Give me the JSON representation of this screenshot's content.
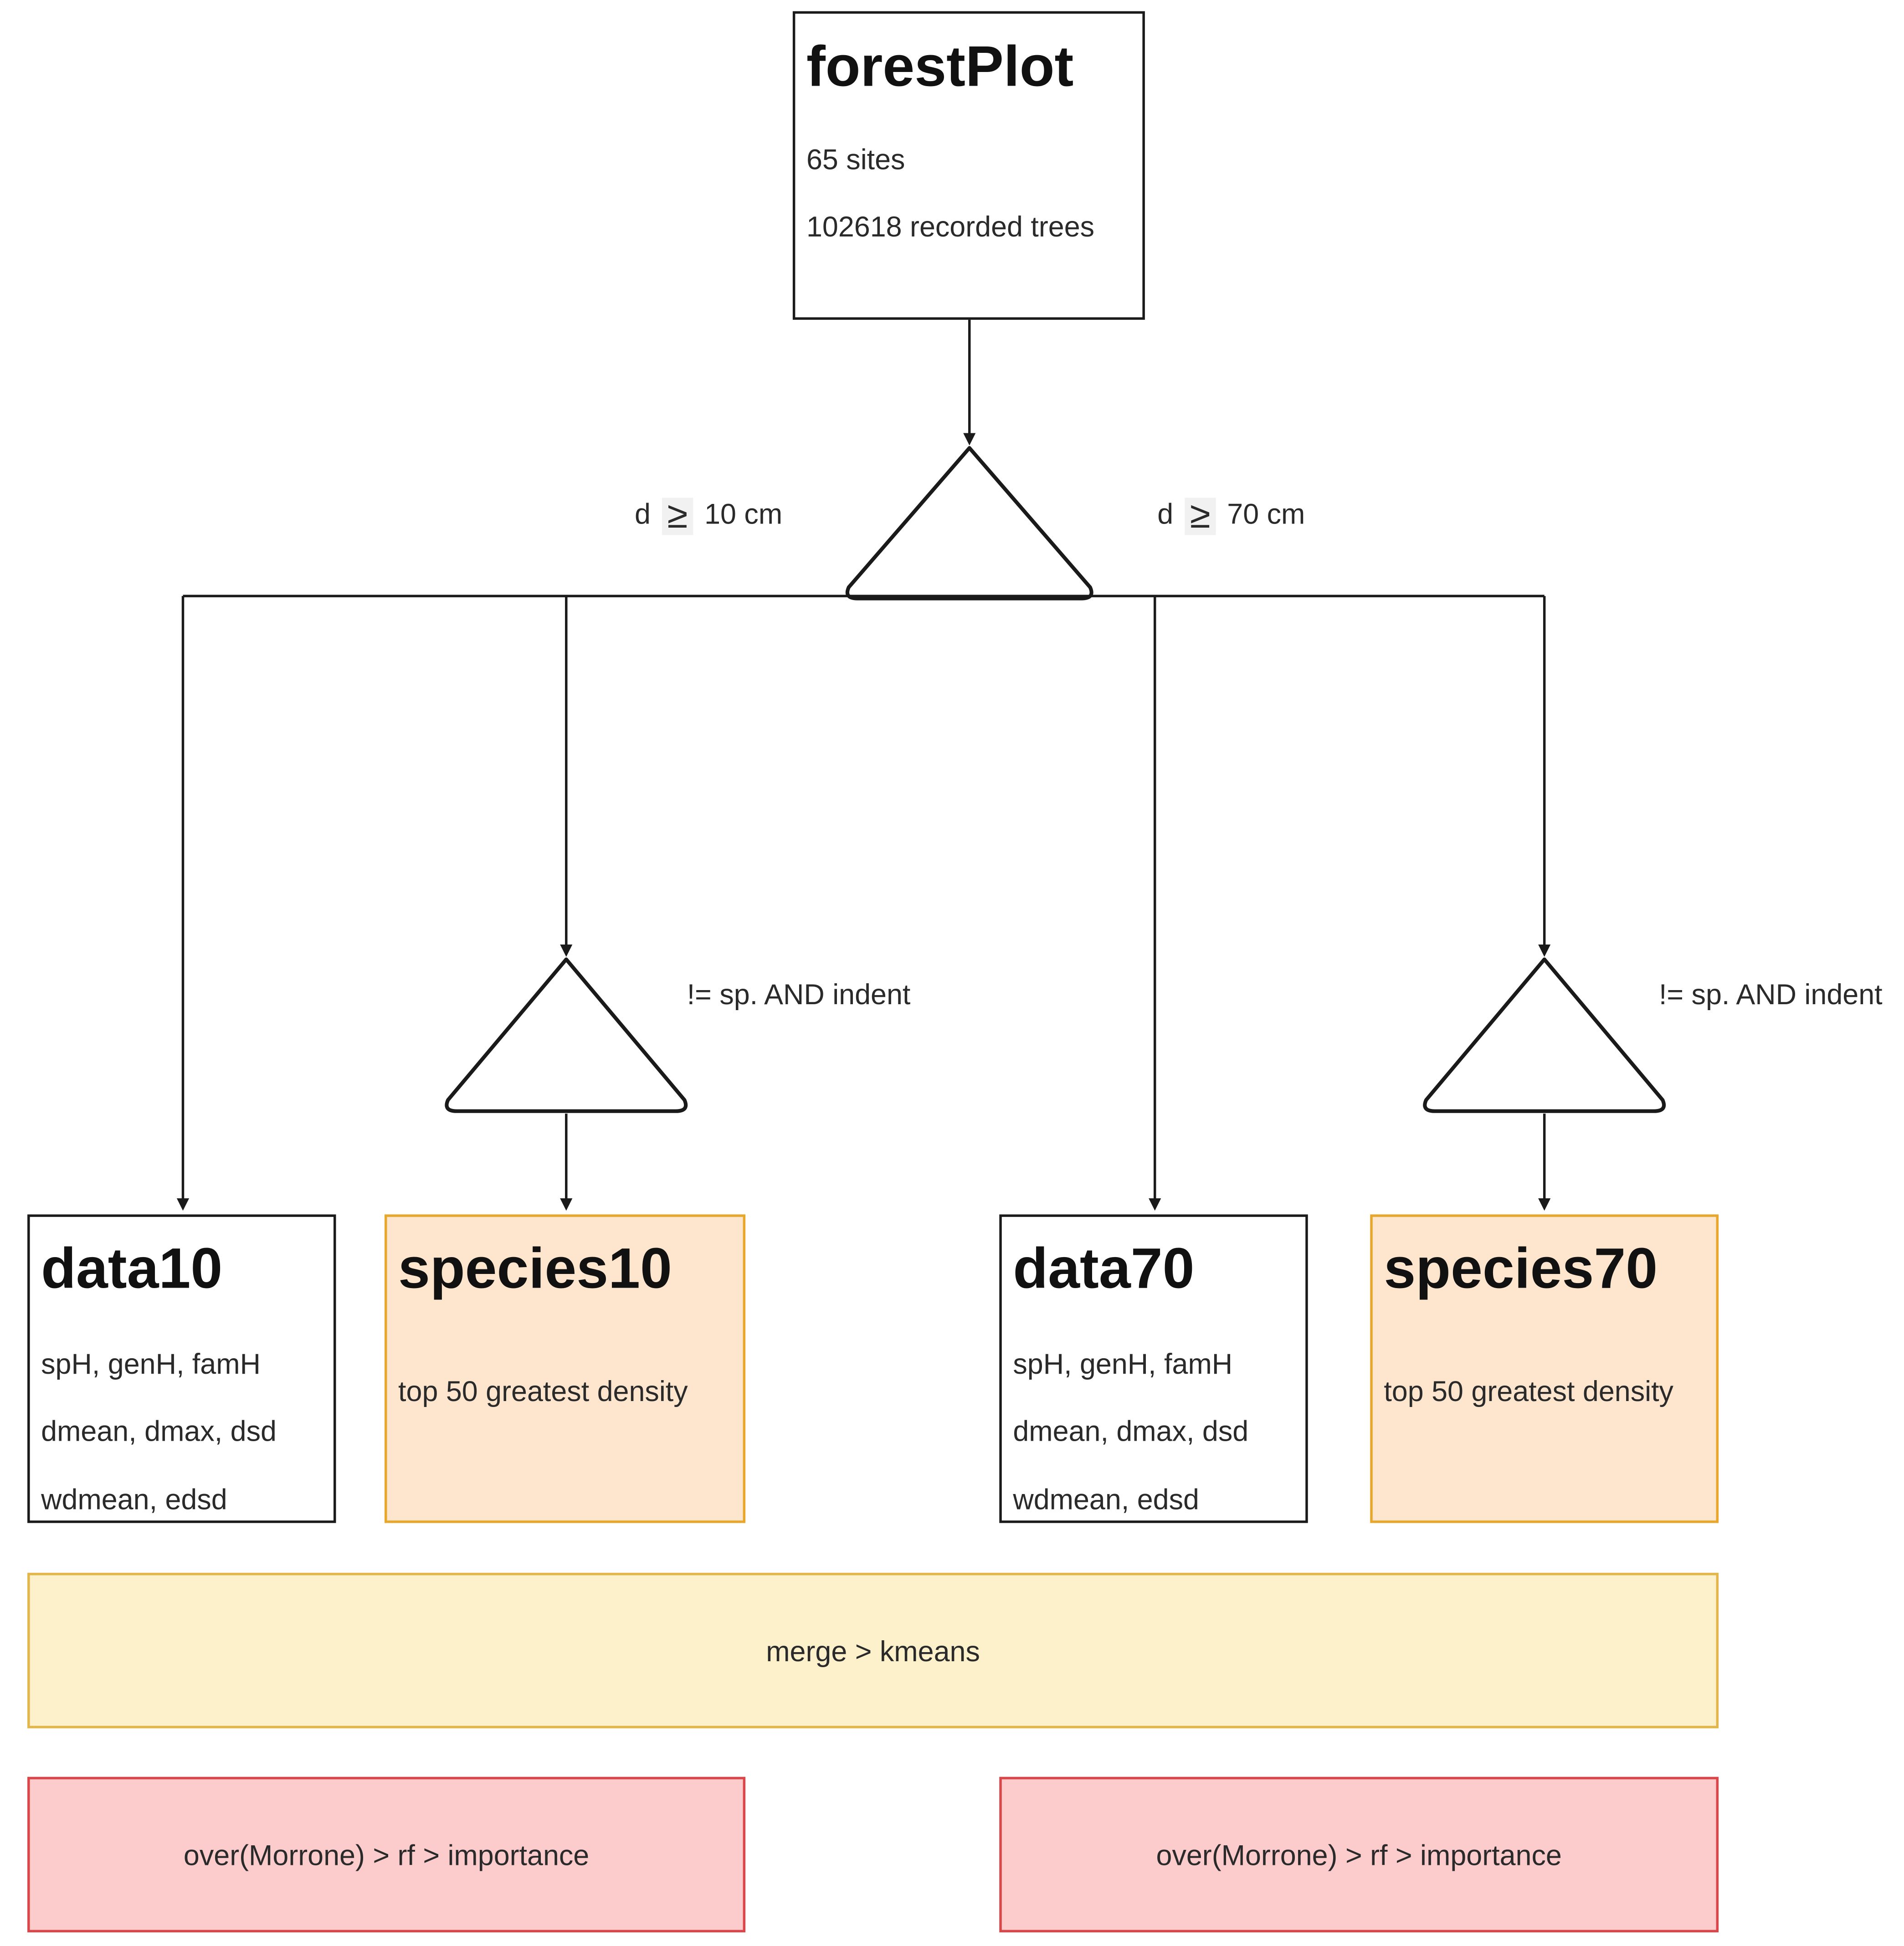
{
  "nodes": {
    "forestplot": {
      "title": "forestPlot",
      "lines": [
        "65 sites",
        "102618 recorded trees"
      ]
    },
    "data10": {
      "title": "data10",
      "lines": [
        "spH, genH, famH",
        "dmean, dmax, dsd",
        "wdmean, edsd"
      ]
    },
    "species10": {
      "title": "species10",
      "lines": [
        "top 50 greatest density"
      ]
    },
    "data70": {
      "title": "data70",
      "lines": [
        "spH, genH, famH",
        "dmean, dmax, dsd",
        "wdmean, edsd"
      ]
    },
    "species70": {
      "title": "species70",
      "lines": [
        "top 50 greatest density"
      ]
    },
    "merge": {
      "text": "merge > kmeans"
    },
    "rf_left": {
      "text": "over(Morrone) > rf > importance"
    },
    "rf_right": {
      "text": "over(Morrone) > rf > importance"
    }
  },
  "edge_labels": {
    "d10": {
      "prefix": "d",
      "symbol": "≥",
      "suffix": "10 cm"
    },
    "d70": {
      "prefix": "d",
      "symbol": "≥",
      "suffix": "70 cm"
    },
    "filter_left": "!= sp. AND indent",
    "filter_right": "!= sp. AND indent"
  },
  "colors": {
    "white_fill": "#ffffff",
    "white_stroke": "#1a1a1a",
    "orange_fill": "#fde6cd",
    "orange_stroke": "#e8a62a",
    "yellow_fill": "#fdf1cc",
    "yellow_stroke": "#e2b64a",
    "red_fill": "#fccccc",
    "red_stroke": "#d9474b"
  }
}
